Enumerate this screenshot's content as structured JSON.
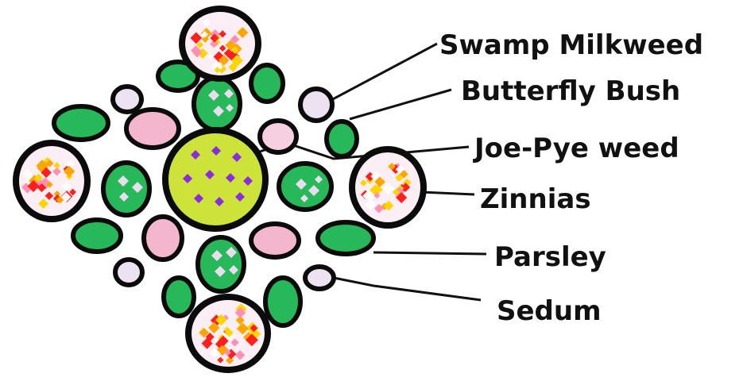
{
  "labels": [
    {
      "key": "swamp_milkweed",
      "text": "Swamp Milkweed"
    },
    {
      "key": "butterfly_bush",
      "text": "Butterfly Bush"
    },
    {
      "key": "joe_pye_weed",
      "text": "Joe-Pye weed"
    },
    {
      "key": "zinnias",
      "text": "Zinnias"
    },
    {
      "key": "parsley",
      "text": "Parsley"
    },
    {
      "key": "sedum",
      "text": "Sedum"
    }
  ],
  "colors": {
    "outline": "#0b0b0b",
    "green": "#27b85a",
    "pink": "#f4b6cc",
    "lavender": "#ece2f2",
    "yellow_green": "#cde33a",
    "purple": "#8a2be2",
    "zinnia_bg": "#fbeef4",
    "confetti": [
      "#ff1f1f",
      "#ffd400",
      "#ff8fb5",
      "#ffa500",
      "#ffffff"
    ]
  }
}
